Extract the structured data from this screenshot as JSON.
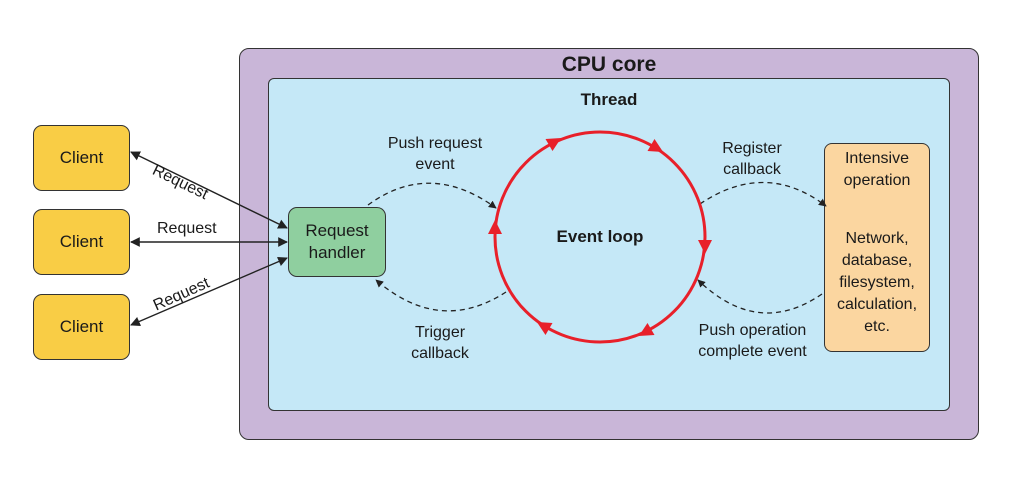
{
  "cpu_core": {
    "title": "CPU core"
  },
  "thread": {
    "title": "Thread"
  },
  "clients": [
    {
      "label": "Client"
    },
    {
      "label": "Client"
    },
    {
      "label": "Client"
    }
  ],
  "request_labels": [
    "Request",
    "Request",
    "Request"
  ],
  "request_handler": {
    "line1": "Request",
    "line2": "handler"
  },
  "event_loop": {
    "label": "Event loop"
  },
  "push_request_event": {
    "line1": "Push request",
    "line2": "event"
  },
  "trigger_callback": {
    "line1": "Trigger",
    "line2": "callback"
  },
  "register_callback": {
    "line1": "Register",
    "line2": "callback"
  },
  "push_operation_complete": {
    "line1": "Push operation",
    "line2": "complete event"
  },
  "intensive_operation": {
    "heading1": "Intensive",
    "heading2": "operation",
    "items": [
      "Network,",
      "database,",
      "filesystem,",
      "calculation,",
      "etc."
    ]
  },
  "colors": {
    "cpu_core": "#c9b6d8",
    "thread": "#c5e8f7",
    "client": "#f9cd45",
    "request_handler": "#8fcf9f",
    "intensive_operation": "#fbd6a0",
    "event_loop": "#e8202a"
  }
}
